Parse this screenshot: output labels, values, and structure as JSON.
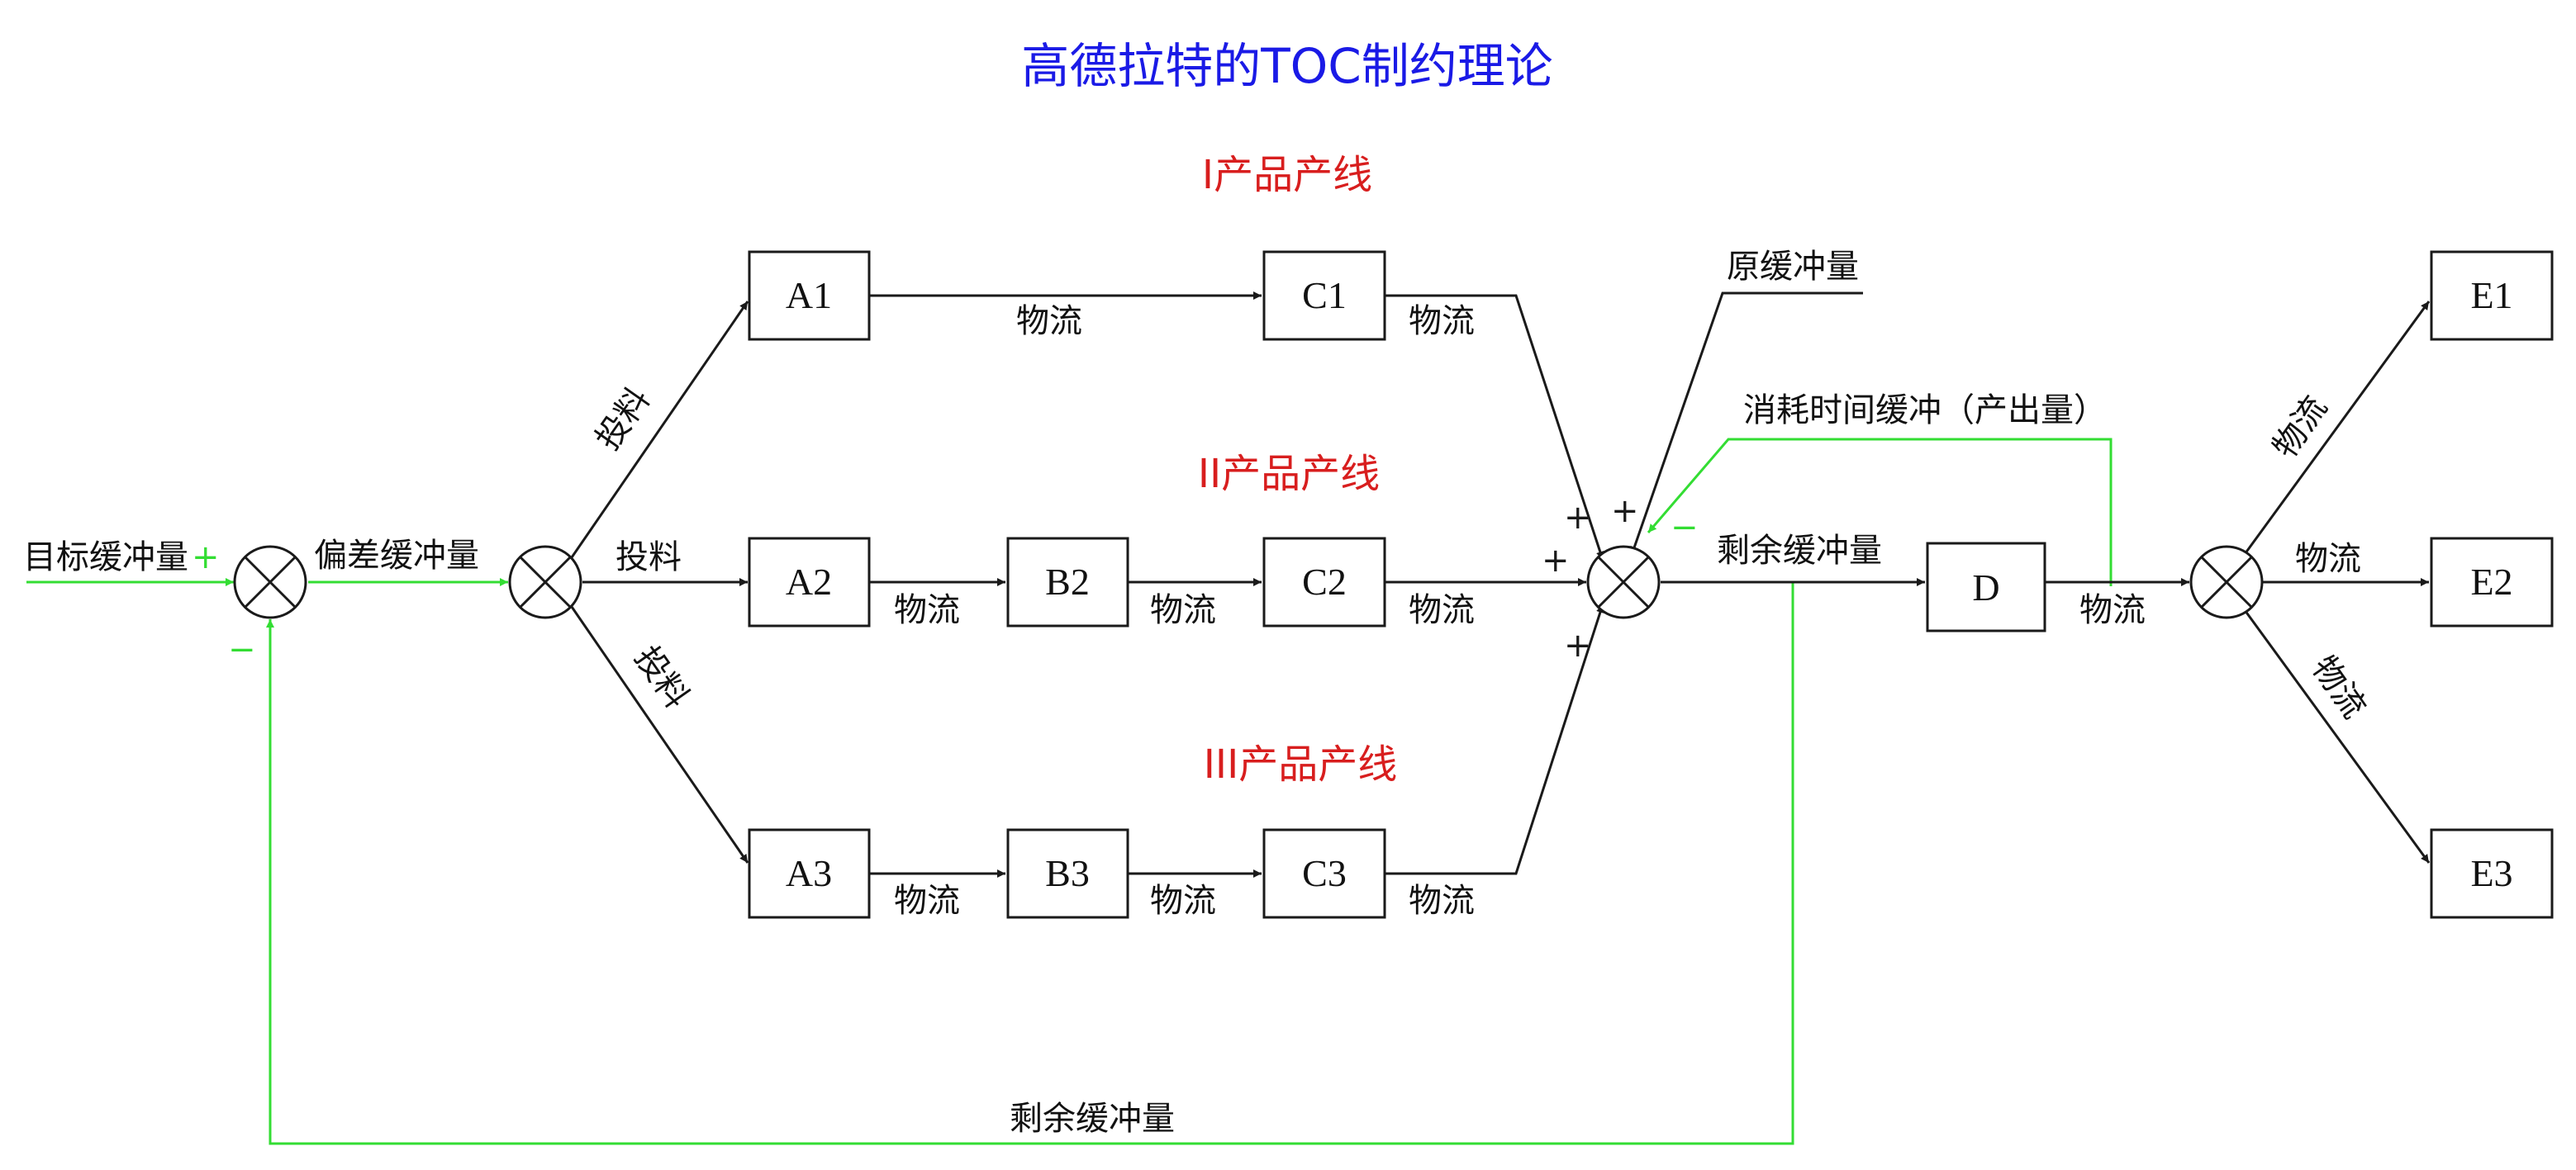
{
  "colors": {
    "title": "#1a1ae6",
    "line_label": "#d81e1e",
    "feedback": "#33dd33",
    "ink": "#1a1a1a"
  },
  "title": "高德拉特的TOC制约理论",
  "line_labels": {
    "line1": "I产品产线",
    "line2": "II产品产线",
    "line3": "III产品产线"
  },
  "blocks": {
    "A1": "A1",
    "A2": "A2",
    "A3": "A3",
    "B2": "B2",
    "B3": "B3",
    "C1": "C1",
    "C2": "C2",
    "C3": "C3",
    "D": "D",
    "E1": "E1",
    "E2": "E2",
    "E3": "E3"
  },
  "labels": {
    "target_buffer": "目标缓冲量",
    "deviation_buffer": "偏差缓冲量",
    "feed": "投料",
    "flow": "物流",
    "original_buffer": "原缓冲量",
    "consume_time_buffer": "消耗时间缓冲（产出量）",
    "remaining_buffer": "剩余缓冲量"
  },
  "signs": {
    "plus": "+",
    "minus": "−"
  }
}
